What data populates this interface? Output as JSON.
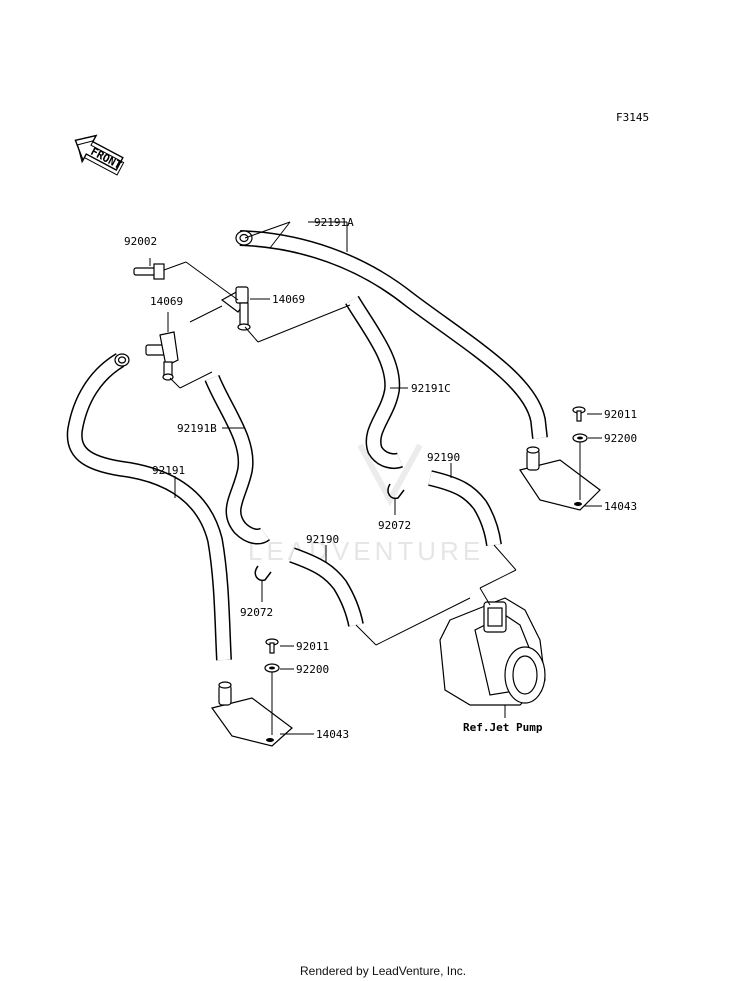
{
  "figure_code": "F3145",
  "front_label": "FRONT",
  "watermark": "LEADVENTURE",
  "parts": {
    "p92002": "92002",
    "p14069_left": "14069",
    "p14069_right": "14069",
    "p92191A": "92191A",
    "p92191B": "92191B",
    "p92191C": "92191C",
    "p92191": "92191",
    "p92190_right": "92190",
    "p92190_left": "92190",
    "p92072_left": "92072",
    "p92072_right": "92072",
    "p92011_right": "92011",
    "p92200_right": "92200",
    "p14043_right": "14043",
    "p92011_left": "92011",
    "p92200_left": "92200",
    "p14043_left": "14043",
    "ref_jet_pump": "Ref.Jet Pump"
  },
  "footer": "Rendered by LeadVenture, Inc."
}
